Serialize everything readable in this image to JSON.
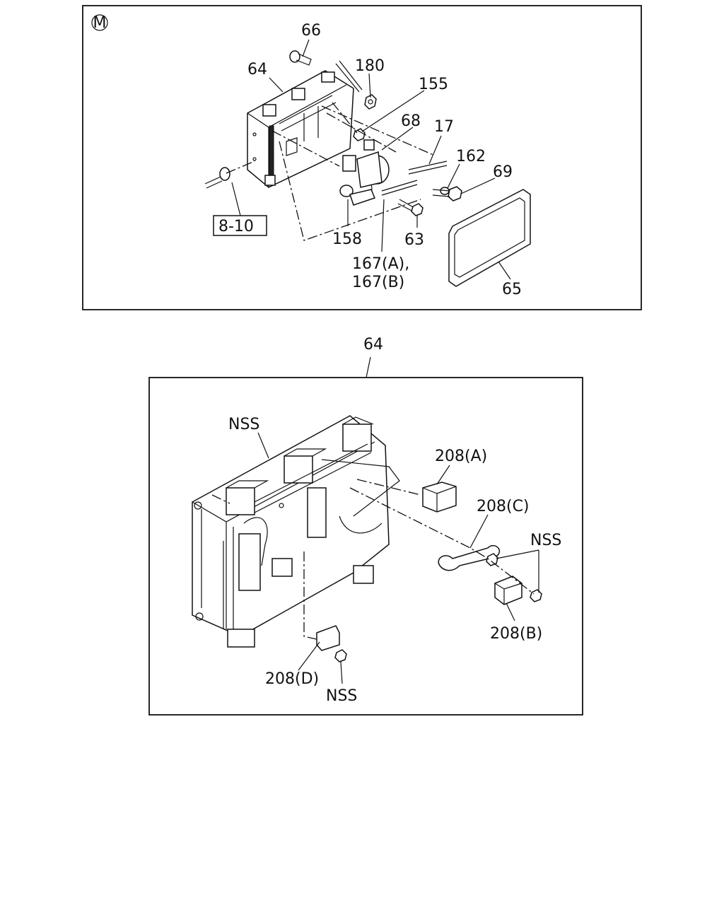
{
  "top_panel": {
    "marker": "M",
    "labels": {
      "p66": "66",
      "p180": "180",
      "p64": "64",
      "p155": "155",
      "p68": "68",
      "p17": "17",
      "p162": "162",
      "p69": "69",
      "p8_10": "8-10",
      "p158": "158",
      "p63": "63",
      "p167_a": "167(A),",
      "p167_b": "167(B)",
      "p65": "65"
    }
  },
  "bottom_panel": {
    "title": "64",
    "labels": {
      "nss_top": "NSS",
      "p208a": "208(A)",
      "p208c": "208(C)",
      "nss_right": "NSS",
      "p208b": "208(B)",
      "p208d": "208(D)",
      "nss_bottom": "NSS"
    }
  }
}
